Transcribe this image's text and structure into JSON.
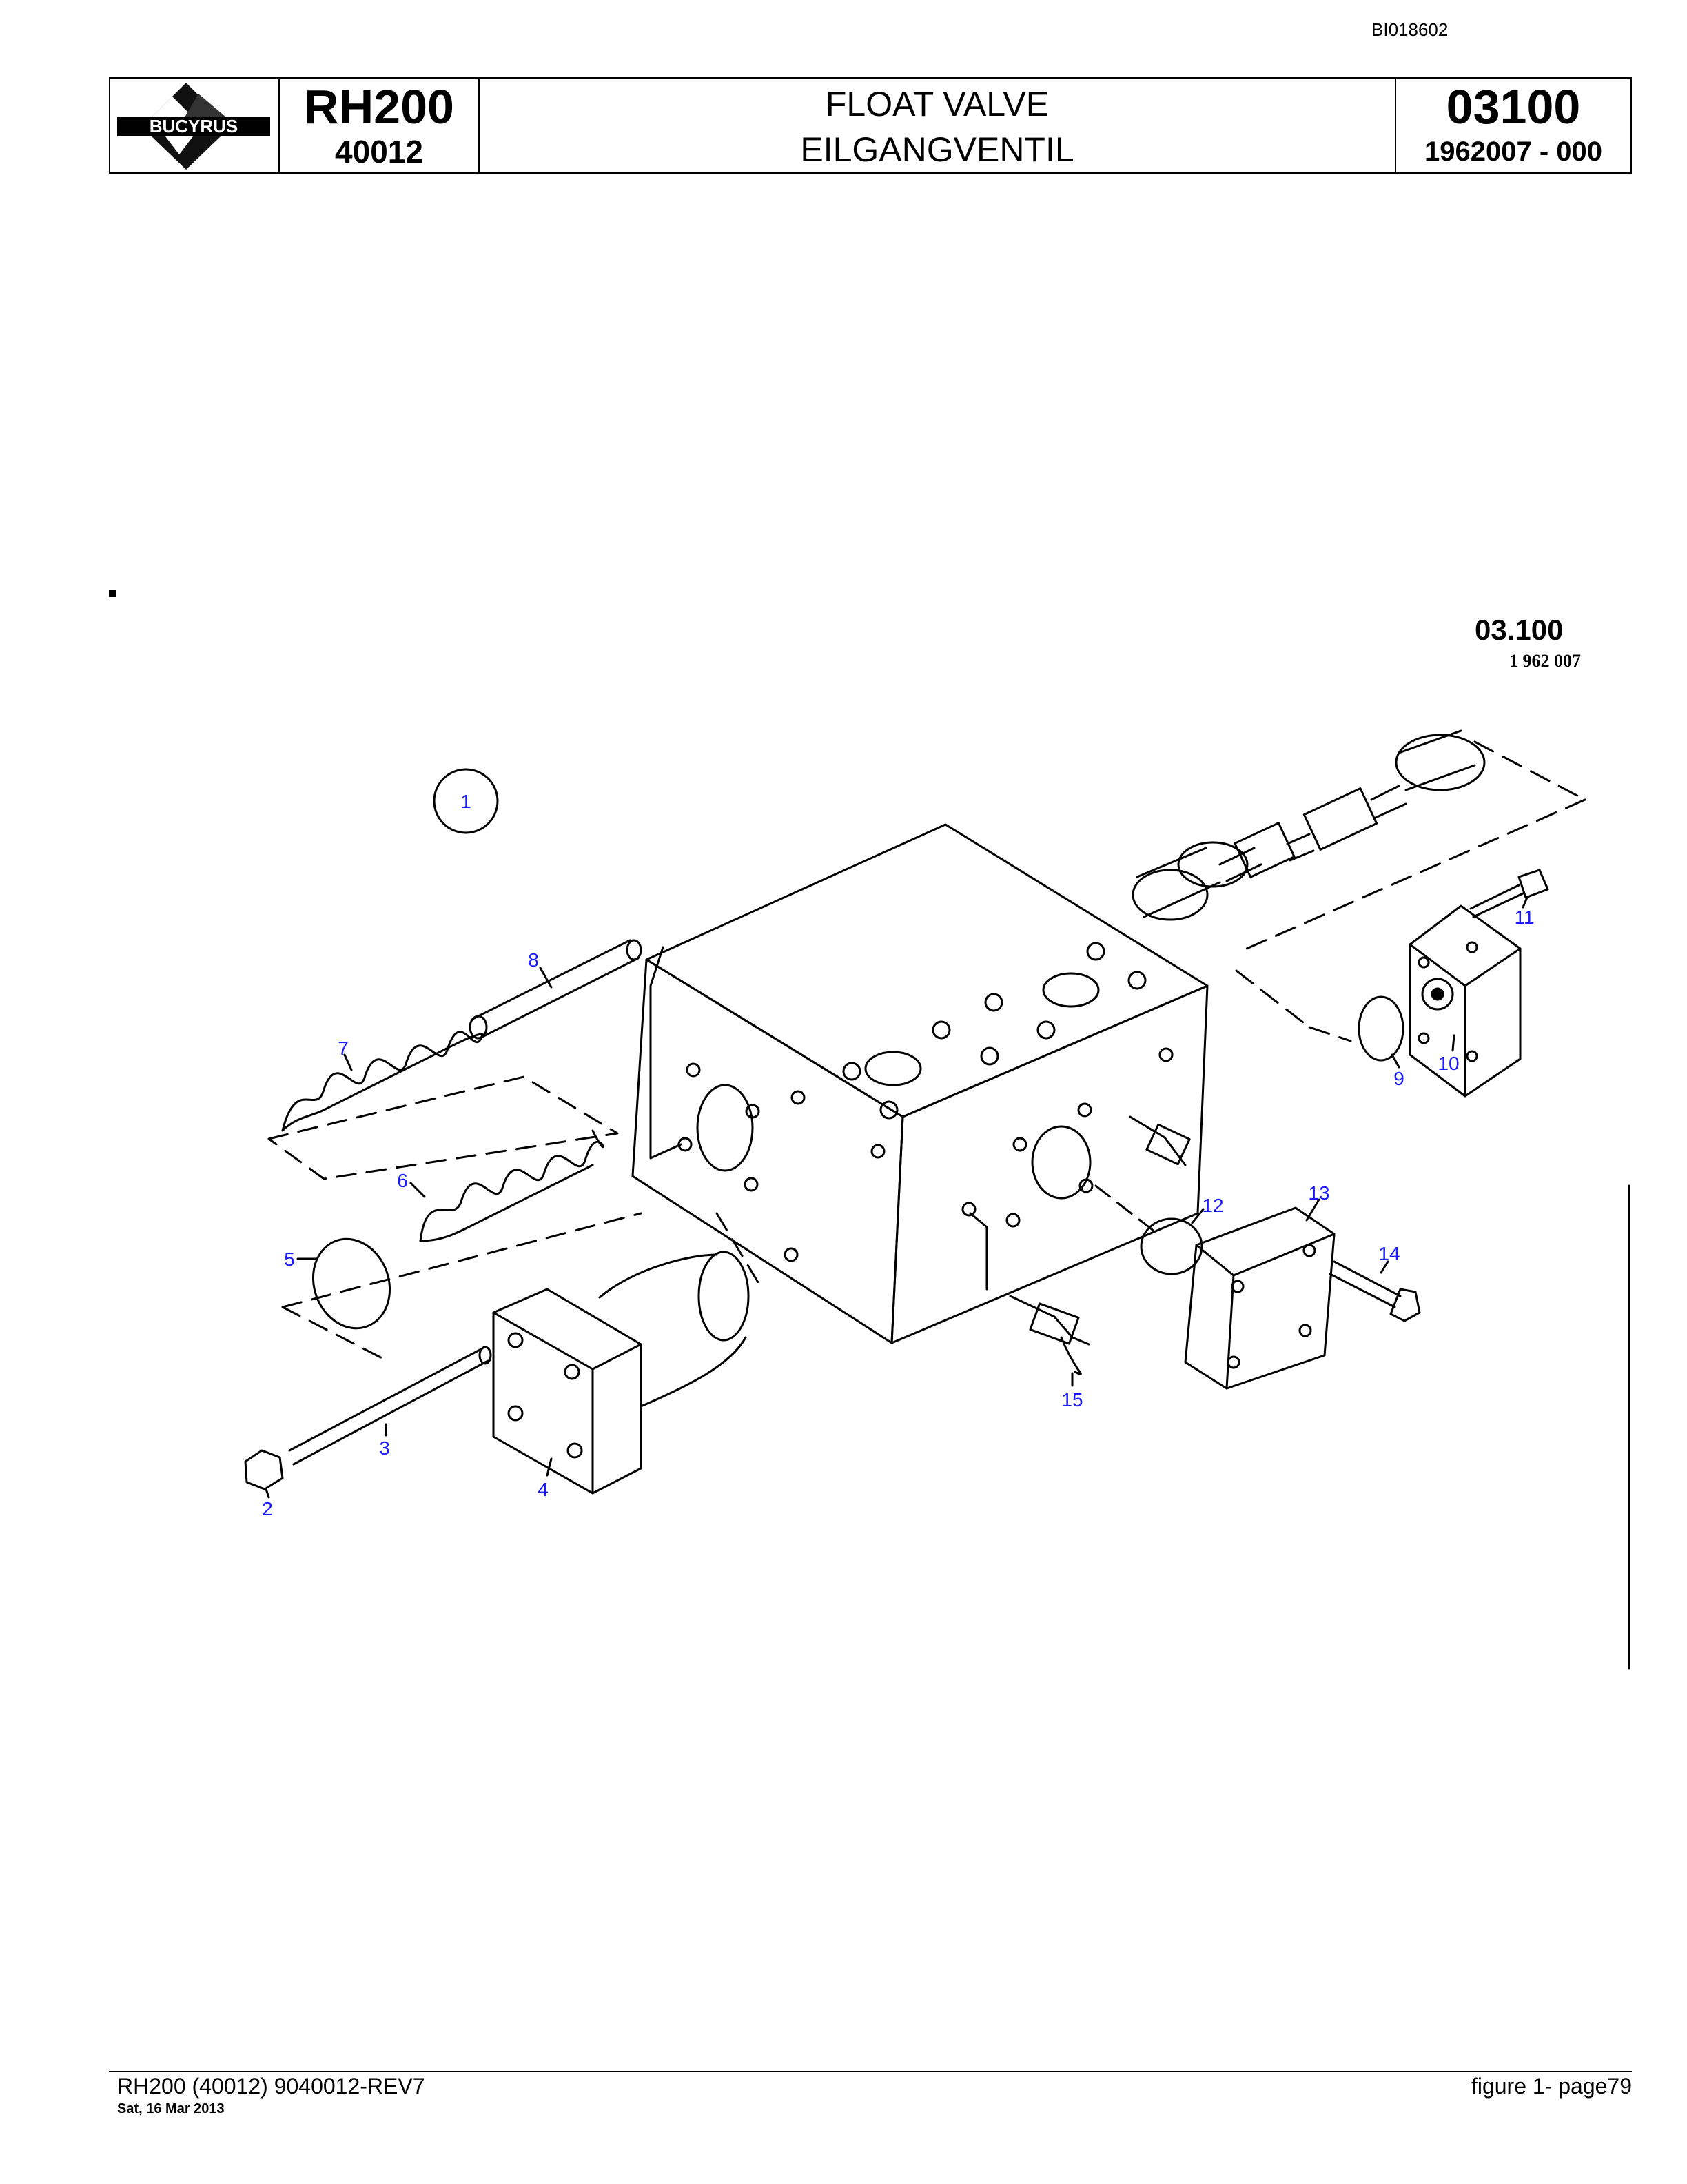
{
  "doc_id": "BI018602",
  "header": {
    "brand": "BUCYRUS",
    "model": "RH200",
    "model_number": "40012",
    "title_en": "FLOAT VALVE",
    "title_de": "EILGANGVENTIL",
    "group_code": "03100",
    "part_number": "1962007  - 000"
  },
  "drawing": {
    "sheet_code": "03.100",
    "sheet_number": "1 962 007",
    "assembly_callout": "1",
    "callouts": [
      "2",
      "3",
      "4",
      "5",
      "6",
      "7",
      "8",
      "9",
      "10",
      "11",
      "12",
      "13",
      "14",
      "15"
    ]
  },
  "footer": {
    "left": "RH200 (40012) 9040012-REV7",
    "date": "Sat, 16 Mar 2013",
    "right": "figure  1- page79"
  }
}
